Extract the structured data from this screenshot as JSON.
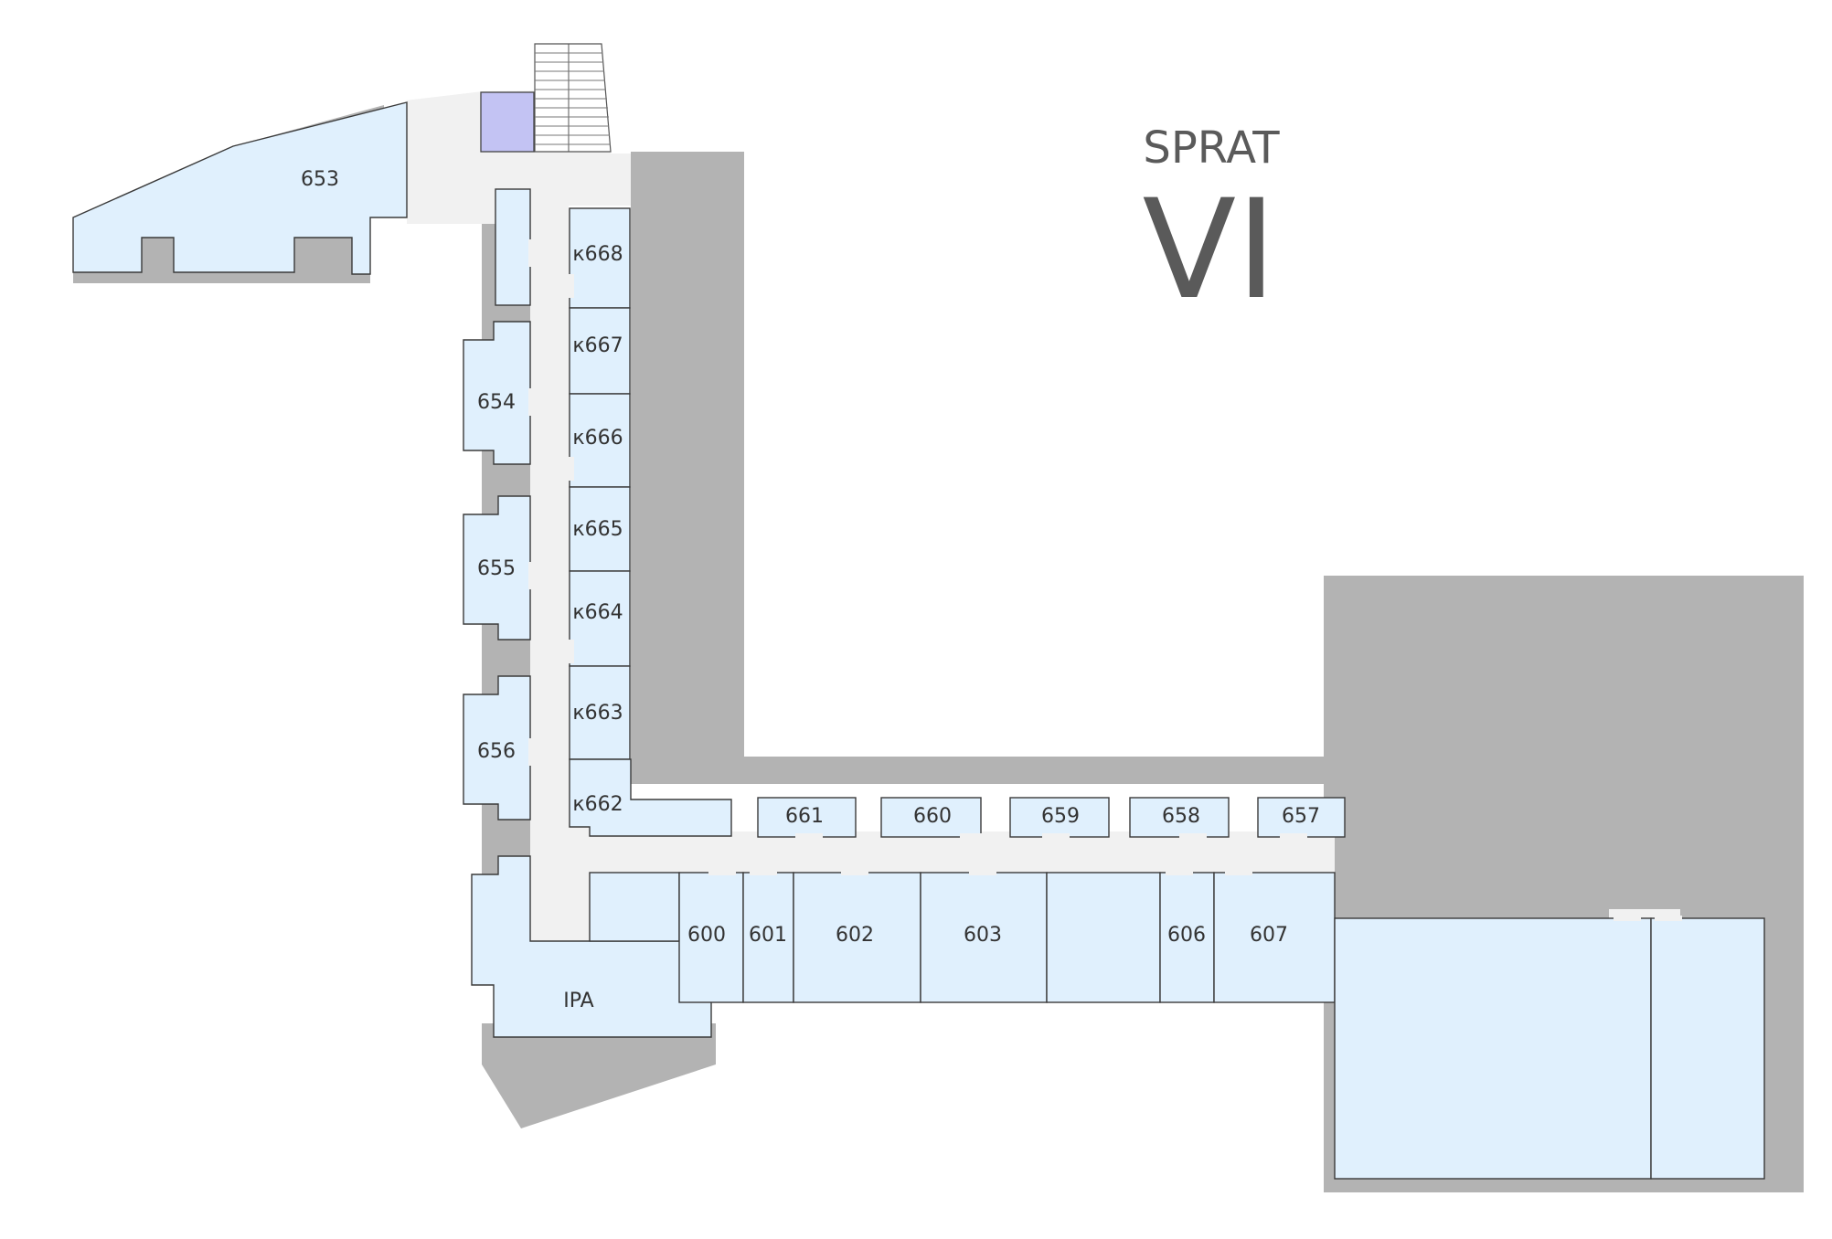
{
  "header": {
    "floor_word": "SPRAT",
    "floor_number": "VI"
  },
  "rooms": {
    "r653": "653",
    "r654": "654",
    "r655": "655",
    "r656": "656",
    "k668": "к668",
    "k667": "к667",
    "k666": "к666",
    "k665": "к665",
    "k664": "к664",
    "k663": "к663",
    "k662": "к662",
    "r661": "661",
    "r660": "660",
    "r659": "659",
    "r658": "658",
    "r657": "657",
    "r600": "600",
    "r601": "601",
    "r602": "602",
    "r603": "603",
    "r606": "606",
    "r607": "607",
    "ipa": "IPA"
  },
  "colors": {
    "room": "#e0f0fd",
    "stair_room": "#c3c3f3",
    "shadow": "#b3b3b3",
    "corridor": "#f1f1f1"
  }
}
